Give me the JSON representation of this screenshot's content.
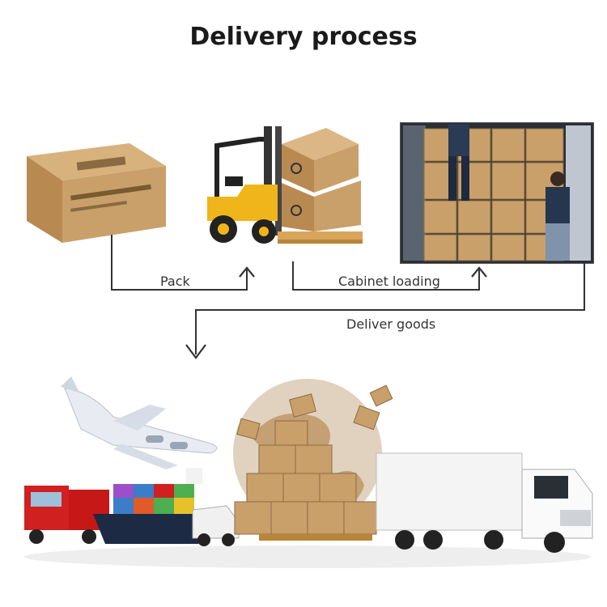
{
  "title": "Delivery process",
  "steps": {
    "pack": "Pack",
    "cabinet_loading": "Cabinet loading",
    "deliver_goods": "Deliver goods"
  },
  "colors": {
    "box": "#c9a06a",
    "box_dark": "#a87e48",
    "forklift": "#f0b51a",
    "arrow": "#333333",
    "truck_red": "#d02020",
    "ship_hull": "#1d2a44"
  }
}
